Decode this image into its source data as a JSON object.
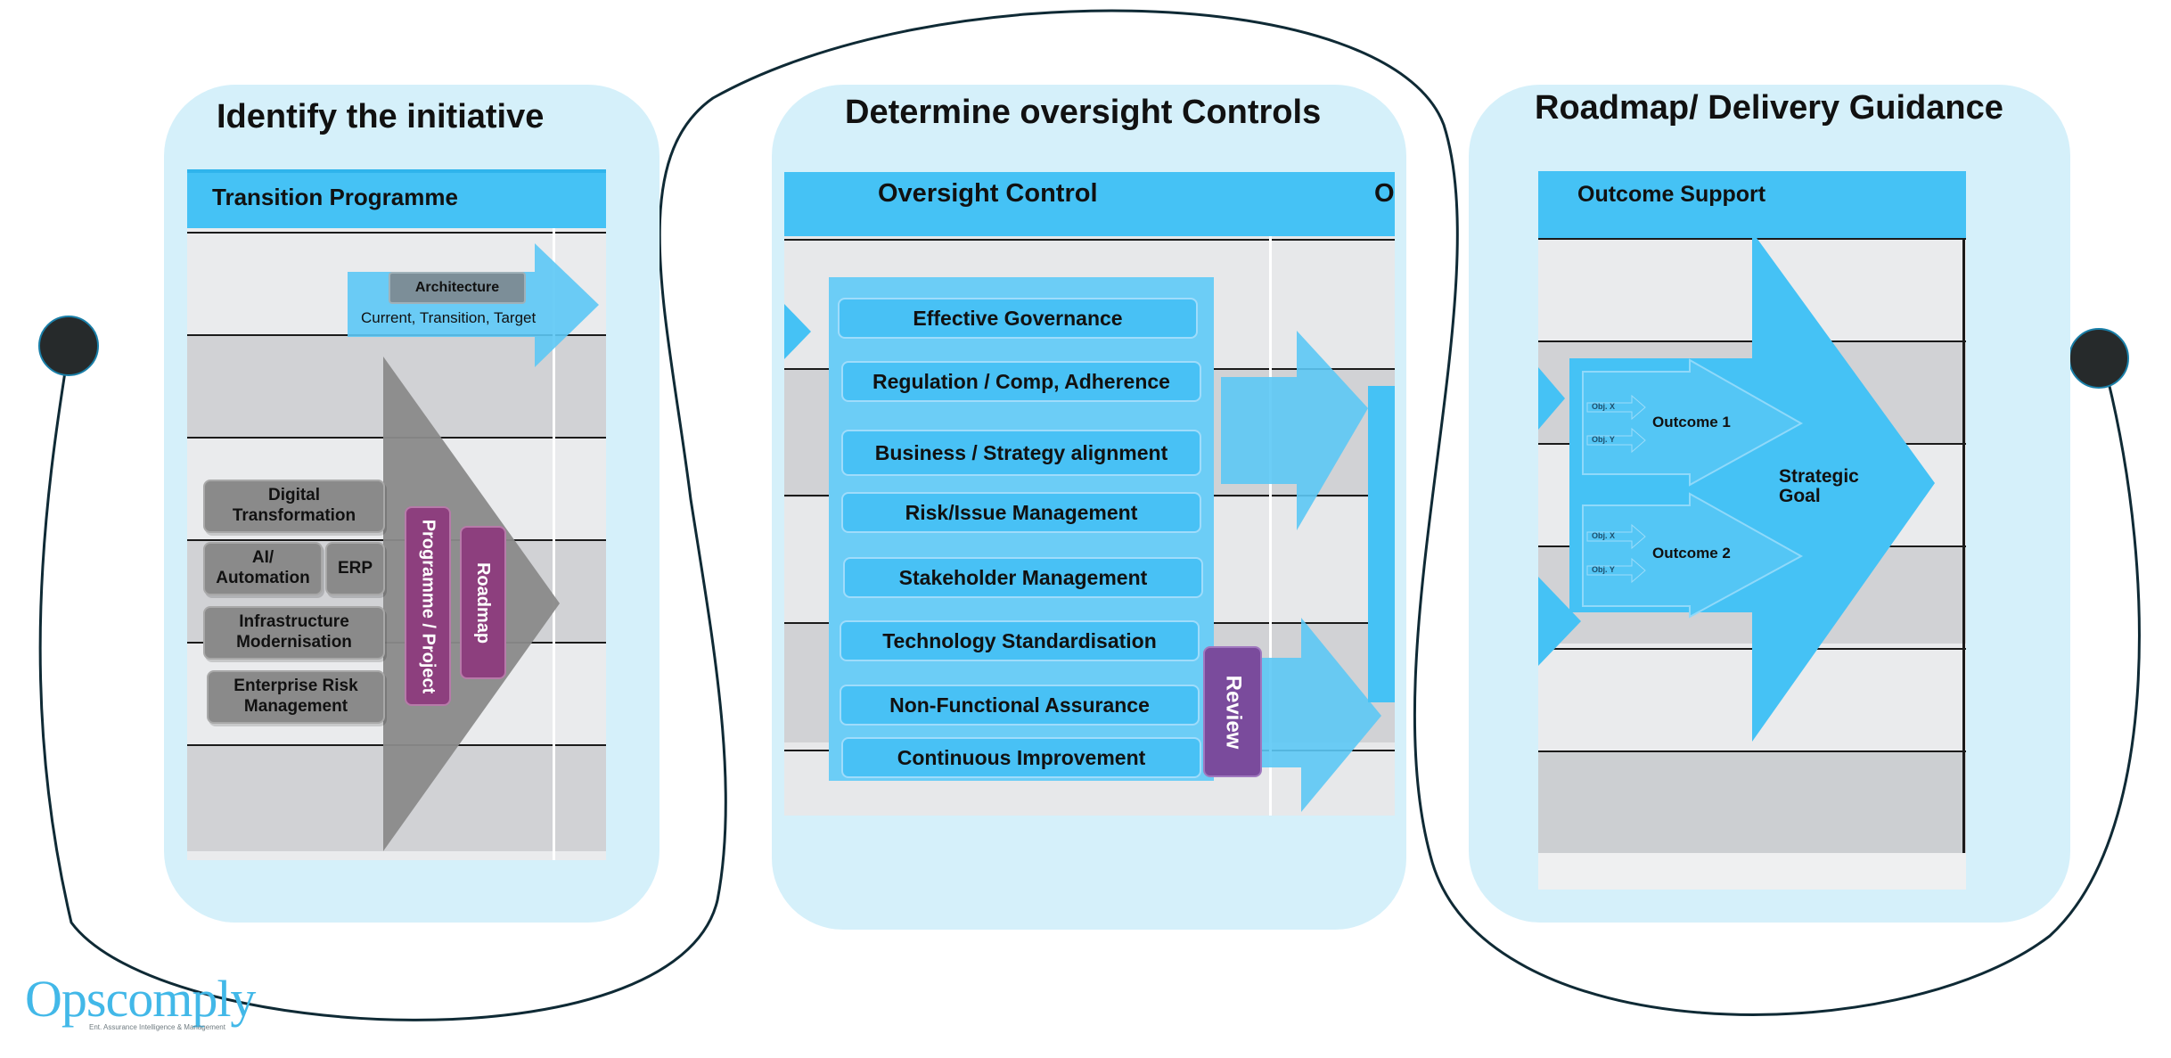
{
  "panels": {
    "identify": {
      "title": "Identify the initiative",
      "header": "Transition  Programme",
      "architecture_label": "Architecture",
      "architecture_sub": "Current, Transition, Target",
      "initiatives": [
        "Digital Transformation",
        "AI/ Automation",
        "ERP",
        "Infrastructure Modernisation",
        "Enterprise Risk Management"
      ],
      "programme_label": "Programme / Project",
      "roadmap_label": "Roadmap"
    },
    "oversight": {
      "title": "Determine oversight Controls",
      "header": "Oversight Control",
      "header_cut": "O",
      "controls": [
        "Effective Governance",
        "Regulation / Comp, Adherence",
        "Business / Strategy alignment",
        "Risk/Issue Management",
        "Stakeholder Management",
        "Technology Standardisation",
        "Non-Functional Assurance",
        "Continuous Improvement"
      ],
      "review_label": "Review"
    },
    "roadmap": {
      "title": "Roadmap/ Delivery Guidance",
      "header": "Outcome Support",
      "outcome1": "Outcome 1",
      "outcome2": "Outcome 2",
      "obj_x": "Obj. X",
      "obj_y": "Obj. Y",
      "goal": "Strategic Goal"
    }
  },
  "brand": {
    "logo_text": "Opscomply",
    "tagline": "Ent. Assurance Intelligence & Management"
  },
  "colors": {
    "panel_bg": "#d5f0fa",
    "accent_blue": "#45c2f5",
    "purple": "#8d3f7e",
    "gray": "#8a8a8a",
    "logo": "#42b8e8"
  }
}
